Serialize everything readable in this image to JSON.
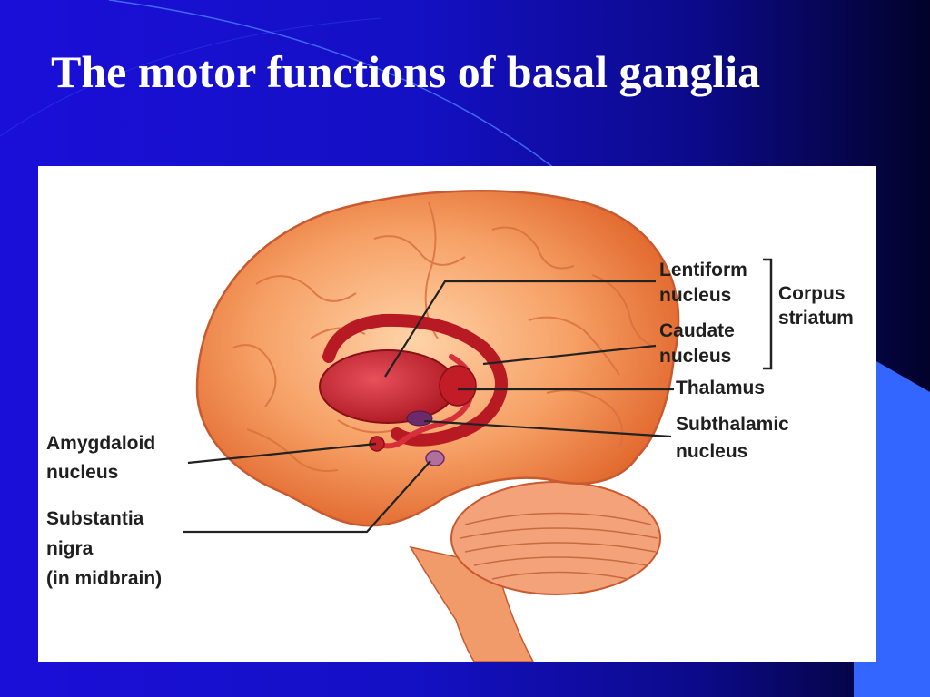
{
  "slide": {
    "title": "The motor functions of basal ganglia"
  },
  "figure": {
    "labels": {
      "lentiform_line1": "Lentiform",
      "lentiform_line2": "nucleus",
      "caudate_line1": "Caudate",
      "caudate_line2": "nucleus",
      "corpus_line1": "Corpus",
      "corpus_line2": "striatum",
      "thalamus": "Thalamus",
      "subthalamic_line1": "Subthalamic",
      "subthalamic_line2": "nucleus",
      "amygdaloid_line1": "Amygdaloid",
      "amygdaloid_line2": "nucleus",
      "substantia_line1": "Substantia",
      "substantia_line2": "nigra",
      "substantia_line3": "(in midbrain)"
    }
  },
  "colors": {
    "background": "#1410c4",
    "accent_block": "#3366ff",
    "brain": "#f08a4b",
    "basal_ganglia": "#c8202a",
    "title_text": "#ffffff"
  }
}
